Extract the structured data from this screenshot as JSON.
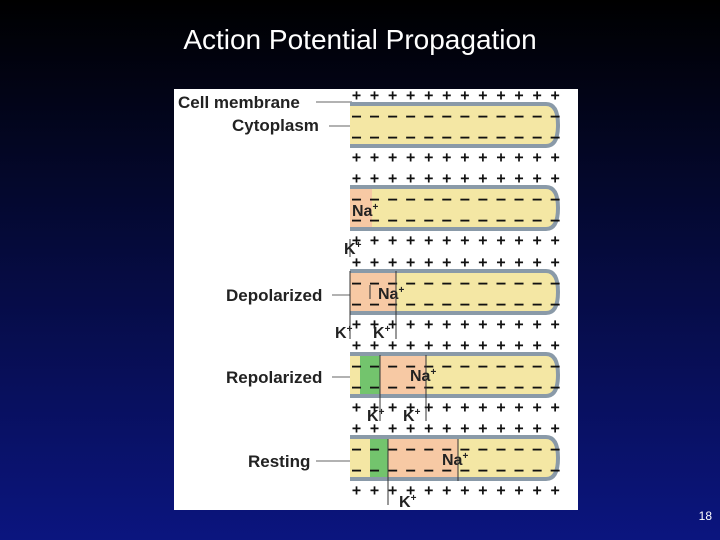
{
  "slide": {
    "title": "Action Potential Propagation",
    "page_number": "18"
  },
  "figure": {
    "labels": {
      "cell_membrane": "Cell membrane",
      "cytoplasm": "Cytoplasm",
      "depolarized": "Depolarized",
      "repolarized": "Repolarized",
      "resting": "Resting"
    },
    "ions": {
      "na": "Na",
      "k": "K",
      "charge": "+"
    },
    "colors": {
      "axon_fill": "#f4e7a4",
      "axon_border": "#8a9aa8",
      "depolarized_region": "#f7c7a4",
      "repolarized_region": "#6cc26a",
      "background": "#ffffff"
    }
  }
}
